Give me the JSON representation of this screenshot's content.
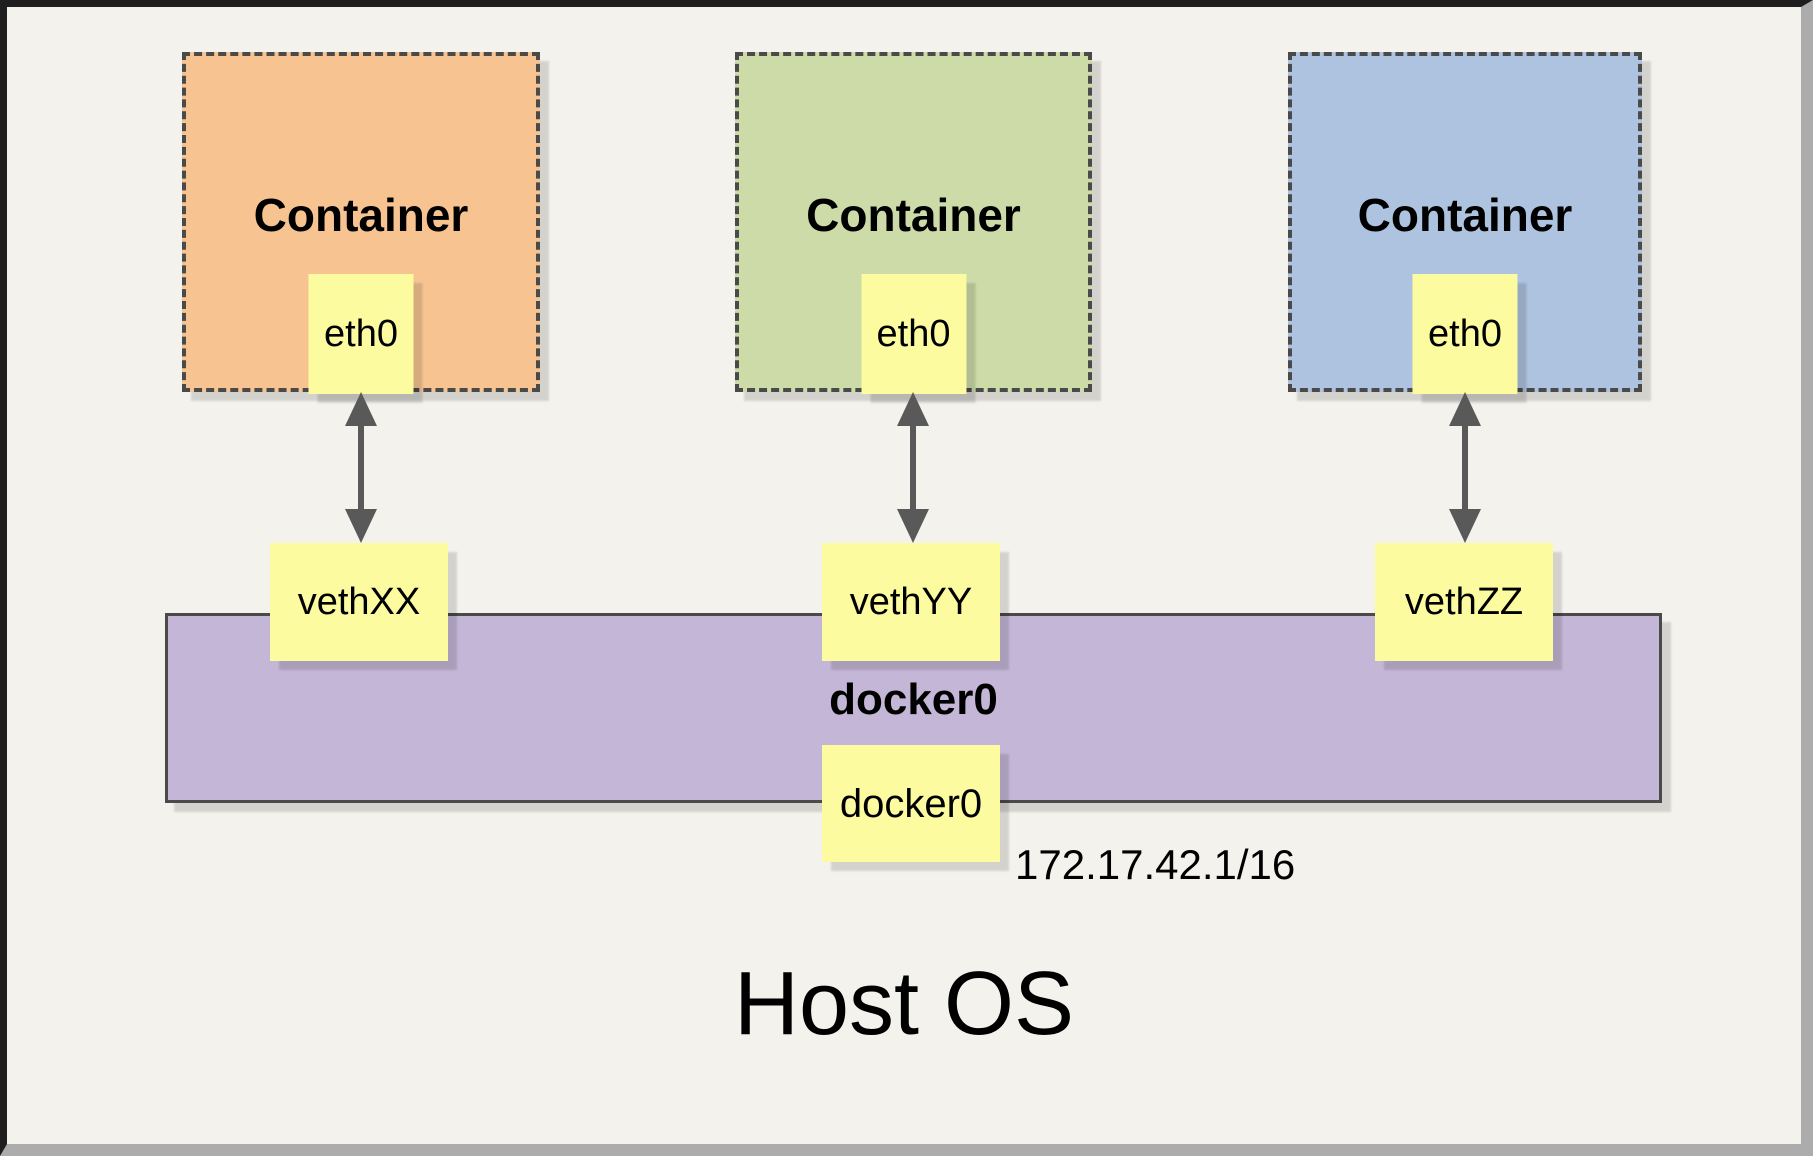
{
  "colors": {
    "page_bg": "#F4F2EC",
    "frame_dark": "#1F1F1F",
    "frame_gray": "#ACACAC",
    "note_yellow": "#FCFB9F",
    "bridge_purple": "#C3B6D6",
    "edge_dark": "#4A4A4A",
    "arrow_gray": "#595959",
    "shadow": "rgba(0,0,0,0.13)"
  },
  "diagram": {
    "containers": [
      {
        "label": "Container",
        "interface": "eth0",
        "veth": "vethXX",
        "fill": "#F7C491"
      },
      {
        "label": "Container",
        "interface": "eth0",
        "veth": "vethYY",
        "fill": "#CCDBA8"
      },
      {
        "label": "Container",
        "interface": "eth0",
        "veth": "vethZZ",
        "fill": "#AEC3DF"
      }
    ],
    "bridge": {
      "label": "docker0",
      "interface_label": "docker0",
      "ip": "172.17.42.1/16"
    },
    "host_label": "Host OS"
  }
}
